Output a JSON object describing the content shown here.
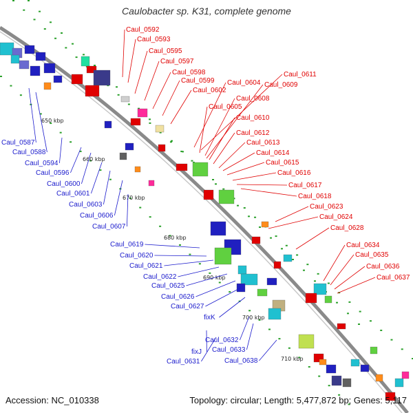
{
  "header": {
    "title": "Caulobacter sp. K31, complete genome"
  },
  "footer": {
    "accession": "Accession: NC_010338",
    "summary": "Topology: circular; Length: 5,477,872 bp; Genes: 5,117"
  },
  "colors": {
    "backbone": "#8a8a8a",
    "forward_label": "#e00000",
    "reverse_label": "#1a1acc",
    "ticks": "#2aa02a"
  },
  "scale_labels": [
    "650 kbp",
    "660 kbp",
    "670 kbp",
    "680 kbp",
    "690 kbp",
    "700 kbp",
    "710 kbp"
  ],
  "red_labels": [
    "Caul_0592",
    "Caul_0593",
    "Caul_0595",
    "Caul_0597",
    "Caul_0598",
    "Caul_0599",
    "Caul_0602",
    "Caul_0604",
    "Caul_0605",
    "Caul_0608",
    "Caul_0609",
    "Caul_0610",
    "Caul_0611",
    "Caul_0612",
    "Caul_0613",
    "Caul_0614",
    "Caul_0615",
    "Caul_0616",
    "Caul_0617",
    "Caul_0618",
    "Caul_0623",
    "Caul_0624",
    "Caul_0628",
    "Caul_0634",
    "Caul_0635",
    "Caul_0636",
    "Caul_0637"
  ],
  "blue_labels": [
    "Caul_0587",
    "Caul_0588",
    "Caul_0594",
    "Caul_0596",
    "Caul_0600",
    "Caul_0601",
    "Caul_0603",
    "Caul_0606",
    "Caul_0607",
    "Caul_0619",
    "Caul_0620",
    "Caul_0621",
    "Caul_0622",
    "Caul_0625",
    "Caul_0626",
    "Caul_0627",
    "fixK",
    "fixJ",
    "Caul_0631",
    "Caul_0632",
    "Caul_0633",
    "Caul_0638"
  ]
}
